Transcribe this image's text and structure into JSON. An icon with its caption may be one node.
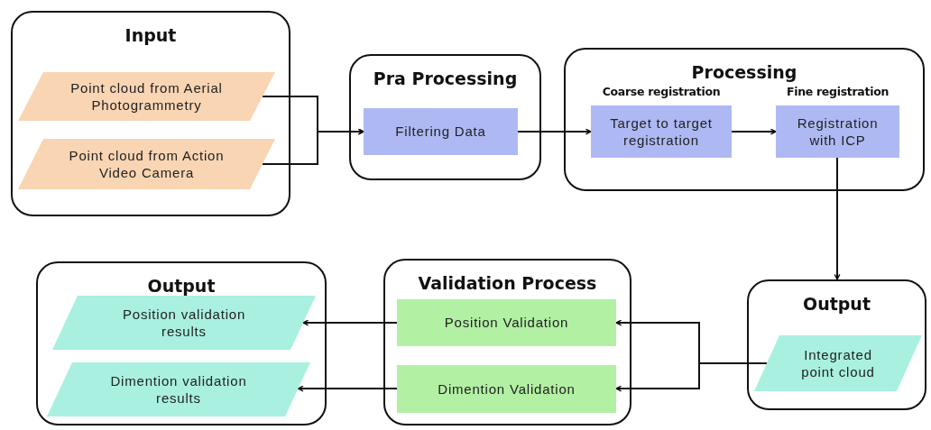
{
  "diagram": {
    "nodes": [
      {
        "text": [
          "Input"
        ]
      },
      {
        "text": [
          "Point cloud from Aerial Photogrammetry"
        ],
        "in": 0
      },
      {
        "text": [
          "Point cloud from Action Video Camera"
        ],
        "in": 0
      },
      {
        "text": [
          "Pra Processing"
        ]
      },
      {
        "text": [
          "Filtering Data"
        ],
        "in": 3
      },
      {
        "text": [
          "Processing"
        ]
      },
      {
        "text": [
          "Coarse registration",
          "Target to target registration"
        ],
        "in": 5
      },
      {
        "text": [
          "Fine registration",
          "Registration with ICP"
        ],
        "in": 5
      },
      {
        "text": [
          "Output"
        ]
      },
      {
        "text": [
          "Position validation results"
        ],
        "in": 8
      },
      {
        "text": [
          "Dimention validation results"
        ],
        "in": 8
      },
      {
        "text": [
          "Validation Process"
        ]
      },
      {
        "text": [
          "Position Validation"
        ],
        "in": 11
      },
      {
        "text": [
          "Dimention Validation"
        ],
        "in": 11
      },
      {
        "text": [
          "Output"
        ]
      },
      {
        "text": [
          "Integrated point cloud"
        ],
        "in": 14
      }
    ],
    "edges": [
      {
        "from": 1,
        "to": 4,
        "arrow": "to"
      },
      {
        "from": 2,
        "to": 4,
        "arrow": "to"
      },
      {
        "from": 4,
        "to": 6,
        "arrow": "to"
      },
      {
        "from": 6,
        "to": 7,
        "arrow": "to"
      },
      {
        "from": 7,
        "to": 14,
        "arrow": "to"
      },
      {
        "from": 15,
        "to": 12,
        "arrow": "to"
      },
      {
        "from": 15,
        "to": 13,
        "arrow": "to"
      },
      {
        "from": 12,
        "to": 9,
        "arrow": "to"
      },
      {
        "from": 13,
        "to": 10,
        "arrow": "to"
      }
    ]
  }
}
